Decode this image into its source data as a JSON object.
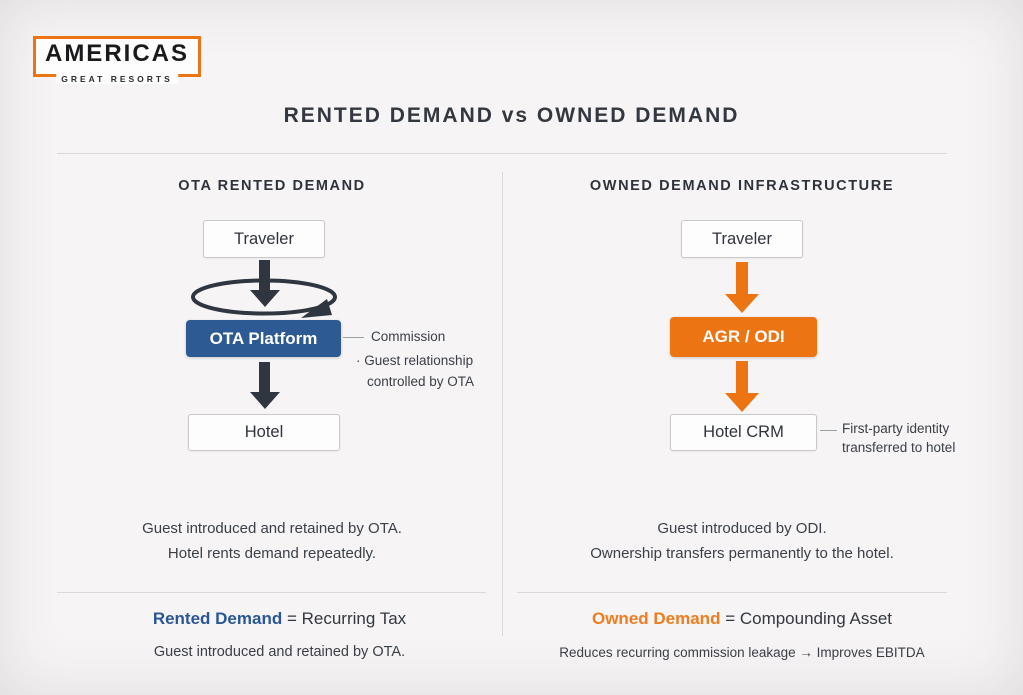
{
  "colors": {
    "accent_blue": "#2e5a94",
    "accent_orange": "#ec7412",
    "arrow_dark": "#30363f",
    "term_blue": "#2b5797",
    "term_orange": "#ed7d1f"
  },
  "logo": {
    "name": "AMERICAS",
    "tagline": "GREAT RESORTS"
  },
  "title": "RENTED DEMAND vs OWNED DEMAND",
  "left_panel": {
    "header": "OTA RENTED DEMAND",
    "flow": {
      "source": "Traveler",
      "platform": "OTA Platform",
      "destination": "Hotel"
    },
    "callout": {
      "line_label": "Commission",
      "bullet": "·",
      "bullet_line1": "Guest relationship",
      "bullet_line2": "controlled by OTA"
    },
    "summary_line1": "Guest introduced and retained by OTA.",
    "summary_line2": "Hotel rents demand repeatedly.",
    "conclusion": {
      "term": "Rented Demand",
      "equals": "= Recurring Tax",
      "note": "Guest introduced and retained by OTA."
    }
  },
  "right_panel": {
    "header": "OWNED DEMAND INFRASTRUCTURE",
    "flow": {
      "source": "Traveler",
      "platform": "AGR / ODI",
      "destination": "Hotel CRM"
    },
    "callout": {
      "line1": "First-party identity",
      "line2": "transferred to hotel"
    },
    "summary_line1": "Guest introduced by ODI.",
    "summary_line2": "Ownership transfers permanently to the hotel.",
    "conclusion": {
      "term": "Owned Demand",
      "equals": "= Compounding Asset",
      "note": "Reduces recurring commission leakage → Improves EBITDA"
    }
  }
}
